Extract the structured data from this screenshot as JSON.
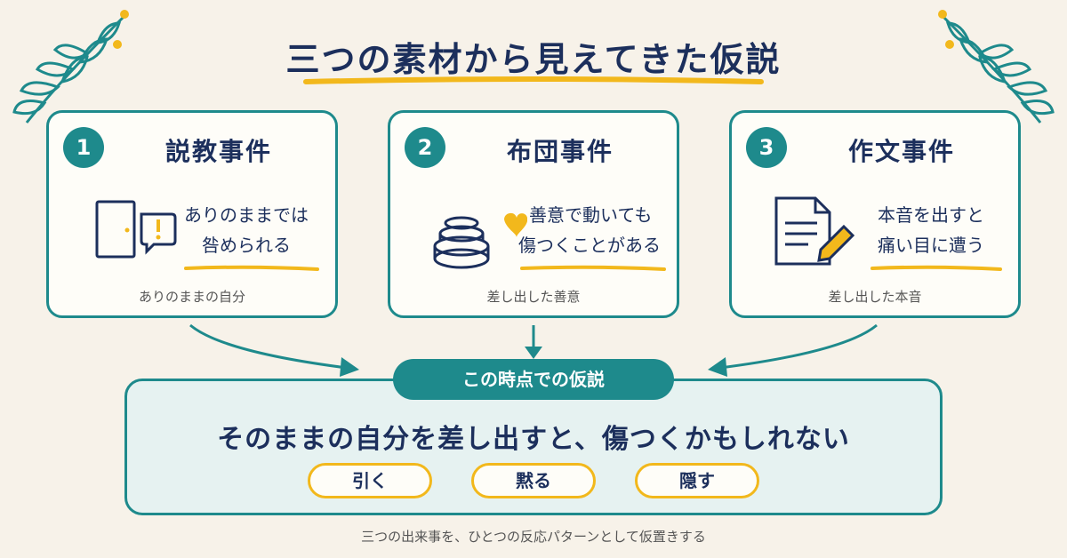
{
  "title": "三つの素材から見えてきた仮説",
  "cards": [
    {
      "number": "1",
      "title": "説教事件",
      "text_line1": "ありのままでは",
      "text_line2": "咎められる",
      "caption": "ありのままの自分",
      "icon": "door-speech-icon"
    },
    {
      "number": "2",
      "title": "布団事件",
      "text_line1": "善意で動いても",
      "text_line2": "傷つくことがある",
      "caption": "差し出した善意",
      "icon": "futon-heart-icon"
    },
    {
      "number": "3",
      "title": "作文事件",
      "text_line1": "本音を出すと",
      "text_line2": "痛い目に遭う",
      "caption": "差し出した本音",
      "icon": "document-pencil-icon"
    }
  ],
  "hypothesis": {
    "tab_label": "この時点での仮説",
    "text": "そのままの自分を差し出すと、傷つくかもしれない",
    "reactions": [
      "引く",
      "黙る",
      "隠す"
    ]
  },
  "footer": "三つの出来事を、ひとつの反応パターンとして仮置きする",
  "colors": {
    "teal": "#1e8a8c",
    "navy": "#1c2f5c",
    "yellow": "#f2b81c",
    "background": "#f7f2e9"
  }
}
